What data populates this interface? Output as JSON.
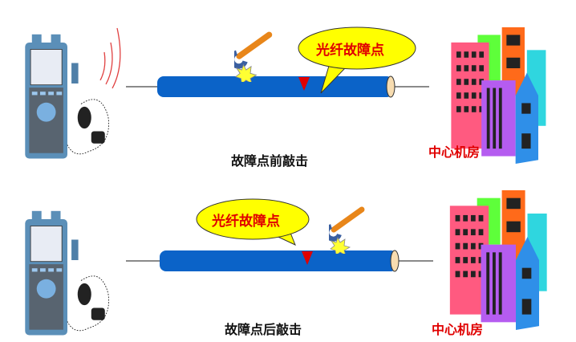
{
  "colors": {
    "tube": "#0b63c8",
    "fault_marker": "#e00000",
    "bubble": "#ffff00",
    "label_red": "#e00000"
  },
  "panels": [
    {
      "caption": "故障点前敲击",
      "bubble": "光纤故障点",
      "destination": "中心机房"
    },
    {
      "caption": "故障点后敲击",
      "bubble": "光纤故障点",
      "destination": "中心机房"
    }
  ]
}
